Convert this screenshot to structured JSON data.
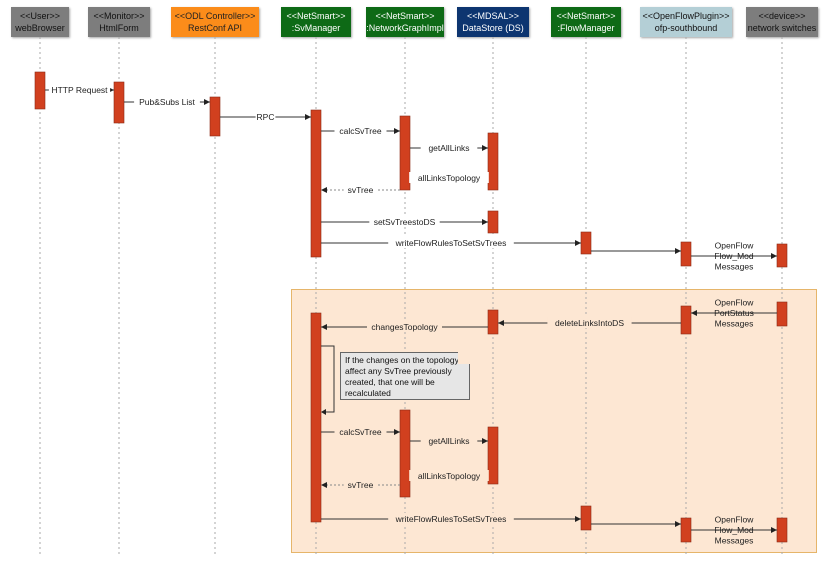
{
  "participants": [
    {
      "stereotype": "<<User>>",
      "name": "webBrowser",
      "color": "#7d7d7d",
      "text": "#111111"
    },
    {
      "stereotype": "<<Monitor>>",
      "name": "HtmlForm",
      "color": "#7d7d7d",
      "text": "#111111"
    },
    {
      "stereotype": "<<ODL Controller>>",
      "name": "RestConf API",
      "color": "#fb8c1a",
      "text": "#222222"
    },
    {
      "stereotype": "<<NetSmart>>",
      "name": ":SvManager",
      "color": "#0e6a16",
      "text": "#ffffff"
    },
    {
      "stereotype": "<<NetSmart>>",
      "name": ":NetworkGraphImpl",
      "color": "#0e6a16",
      "text": "#ffffff"
    },
    {
      "stereotype": "<<MDSAL>>",
      "name": "DataStore (DS)",
      "color": "#0d3570",
      "text": "#ffffff"
    },
    {
      "stereotype": "<<NetSmart>>",
      "name": ":FlowManager",
      "color": "#0e6a16",
      "text": "#ffffff"
    },
    {
      "stereotype": "<<OpenFlowPlugin>>",
      "name": "ofp-southbound",
      "color": "#b4cfd6",
      "text": "#111111"
    },
    {
      "stereotype": "<<device>>",
      "name": "network switches",
      "color": "#7d7d7d",
      "text": "#111111"
    }
  ],
  "messages": [
    {
      "label": "HTTP Request",
      "from": 0,
      "to": 1,
      "type": "sync"
    },
    {
      "label": "Pub&Subs List",
      "from": 1,
      "to": 2,
      "type": "sync"
    },
    {
      "label": "RPC",
      "from": 2,
      "to": 3,
      "type": "sync"
    },
    {
      "label": "calcSvTree",
      "from": 3,
      "to": 4,
      "type": "sync"
    },
    {
      "label": "getAllLinks",
      "from": 4,
      "to": 5,
      "type": "sync"
    },
    {
      "label": "allLinksTopology",
      "from": 5,
      "to": 4,
      "type": "return"
    },
    {
      "label": "svTree",
      "from": 4,
      "to": 3,
      "type": "return"
    },
    {
      "label": "setSvTreestoDS",
      "from": 3,
      "to": 5,
      "type": "sync"
    },
    {
      "label": "writeFlowRulesToSetSvTrees",
      "from": 3,
      "to": 6,
      "type": "sync"
    },
    {
      "label": "",
      "from": 6,
      "to": 7,
      "type": "sync"
    },
    {
      "label": "OpenFlow\nFlow_Mod\nMessages",
      "from": 7,
      "to": 8,
      "type": "sync"
    },
    {
      "label": "OpenFlow\nPortStatus\nMessages",
      "from": 8,
      "to": 7,
      "type": "sync"
    },
    {
      "label": "deleteLinksIntoDS",
      "from": 7,
      "to": 5,
      "type": "sync"
    },
    {
      "label": "changesTopology",
      "from": 5,
      "to": 3,
      "type": "sync"
    },
    {
      "label": "calcSvTree",
      "from": 3,
      "to": 4,
      "type": "sync"
    },
    {
      "label": "getAllLinks",
      "from": 4,
      "to": 5,
      "type": "sync"
    },
    {
      "label": "allLinksTopology",
      "from": 5,
      "to": 4,
      "type": "return"
    },
    {
      "label": "svTree",
      "from": 4,
      "to": 3,
      "type": "return"
    },
    {
      "label": "writeFlowRulesToSetSvTrees",
      "from": 3,
      "to": 6,
      "type": "sync"
    },
    {
      "label": "",
      "from": 6,
      "to": 7,
      "type": "sync"
    },
    {
      "label": "OpenFlow\nFlow_Mod\nMessages",
      "from": 7,
      "to": 8,
      "type": "sync"
    }
  ],
  "note": {
    "text": "If the changes on the topology affect any SvTree previously created, that one will be recalculated"
  },
  "colors": {
    "activation": "#d1401f",
    "frame_fill": "#fde7d3",
    "frame_border": "#e6b56a"
  }
}
